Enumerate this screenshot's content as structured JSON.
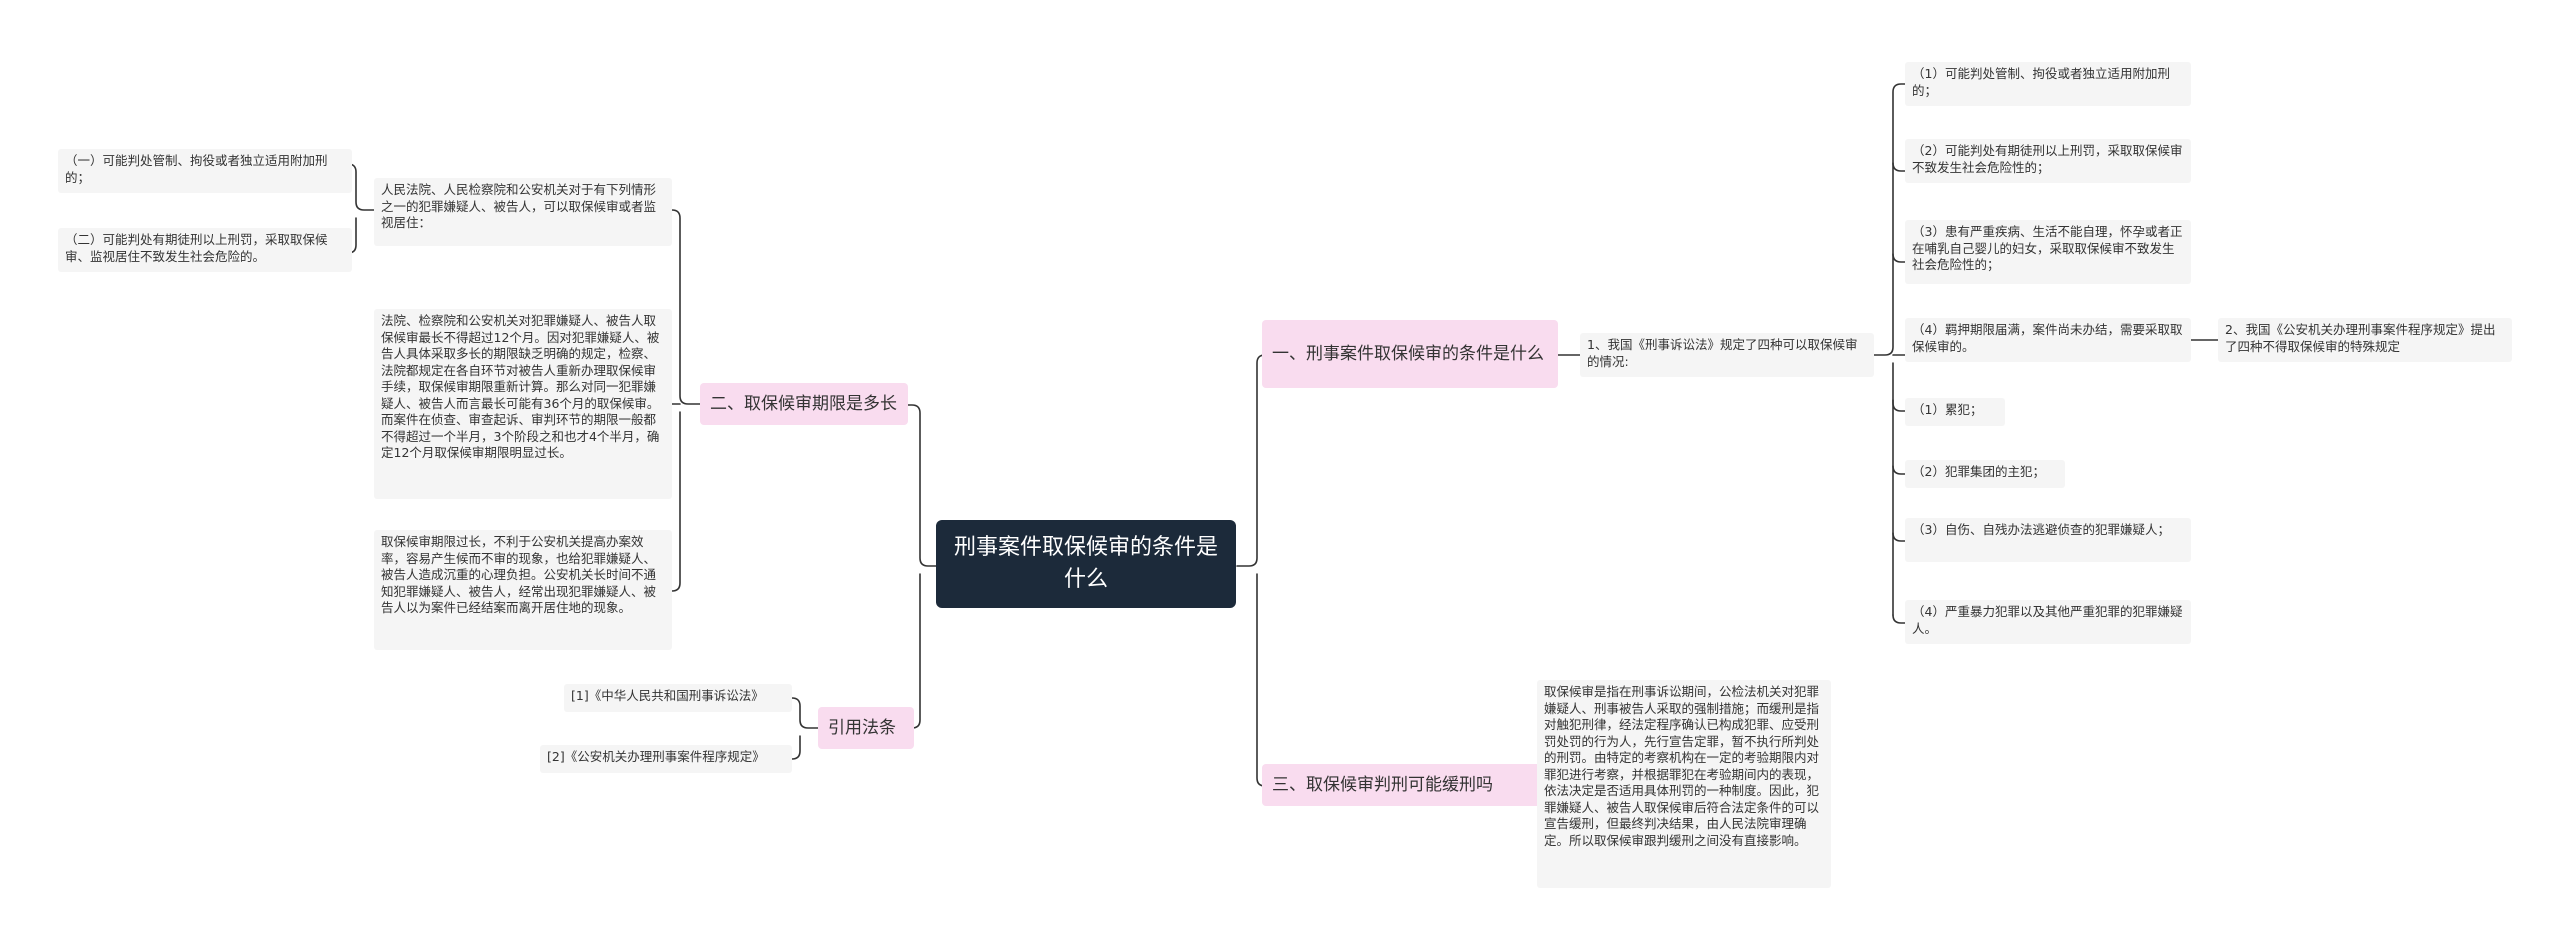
{
  "root": {
    "title": "刑事案件取保候审的条件是什么"
  },
  "colors": {
    "root_bg": "#1c2a3a",
    "branch_bg": "#f9dcef",
    "leaf_bg": "#f5f5f5",
    "line": "#333333"
  },
  "left": {
    "b2": {
      "label": "二、取保候审期限是多长",
      "n1": {
        "text": "人民法院、人民检察院和公安机关对于有下列情形之一的犯罪嫌疑人、被告人，可以取保候审或者监视居住：",
        "sub1": "（一）可能判处管制、拘役或者独立适用附加刑的；",
        "sub2": "（二）可能判处有期徒刑以上刑罚，采取取保候审、监视居住不致发生社会危险的。"
      },
      "n2": "法院、检察院和公安机关对犯罪嫌疑人、被告人取保候审最长不得超过12个月。因对犯罪嫌疑人、被告人具体采取多长的期限缺乏明确的规定，检察、法院都规定在各自环节对被告人重新办理取保候审手续，取保候审期限重新计算。那么对同一犯罪嫌疑人、被告人而言最长可能有36个月的取保候审。而案件在侦查、审查起诉、审判环节的期限一般都不得超过一个半月，3个阶段之和也才4个半月，确定12个月取保候审期限明显过长。",
      "n3": "取保候审期限过长，不利于公安机关提高办案效率，容易产生候而不审的现象，也给犯罪嫌疑人、被告人造成沉重的心理负担。公安机关长时间不通知犯罪嫌疑人、被告人，经常出现犯罪嫌疑人、被告人以为案件已经结案而离开居住地的现象。"
    },
    "b4": {
      "label": "引用法条",
      "refs": [
        "[1]《中华人民共和国刑事诉讼法》",
        "[2]《公安机关办理刑事案件程序规定》"
      ]
    }
  },
  "right": {
    "b1": {
      "label": "一、刑事案件取保候审的条件是什么",
      "m1": "1、我国《刑事诉讼法》规定了四种可以取保候审的情况:",
      "conds": [
        "（1）可能判处管制、拘役或者独立适用附加刑的；",
        "（2）可能判处有期徒刑以上刑罚，采取取保候审不致发生社会危险性的；",
        "（3）患有严重疾病、生活不能自理，怀孕或者正在哺乳自己婴儿的妇女，采取取保候审不致发生社会危险性的；",
        "（4）羁押期限届满，案件尚未办结，需要采取取保候审的。",
        "（1）累犯；",
        "（2）犯罪集团的主犯；",
        "（3）自伤、自残办法逃避侦查的犯罪嫌疑人；",
        "（4）严重暴力犯罪以及其他严重犯罪的犯罪嫌疑人。"
      ],
      "m2": "2、我国《公安机关办理刑事案件程序规定》提出了四种不得取保候审的特殊规定"
    },
    "b3": {
      "label": "三、取保候审判刑可能缓刑吗",
      "text": "取保候审是指在刑事诉讼期间，公检法机关对犯罪嫌疑人、刑事被告人采取的强制措施；而缓刑是指对触犯刑律，经法定程序确认已构成犯罪、应受刑罚处罚的行为人，先行宣告定罪，暂不执行所判处的刑罚。由特定的考察机构在一定的考验期限内对罪犯进行考察，并根据罪犯在考验期间内的表现，依法决定是否适用具体刑罚的一种制度。因此，犯罪嫌疑人、被告人取保候审后符合法定条件的可以宣告缓刑，但最终判决结果，由人民法院审理确定。所以取保候审跟判缓刑之间没有直接影响。"
    }
  }
}
